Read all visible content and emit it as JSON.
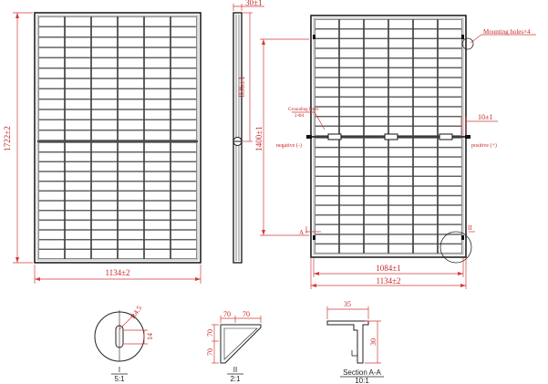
{
  "colors": {
    "dimension": "#d23a3a",
    "outline": "#222222",
    "cell": "#2a2a2a"
  },
  "front_view": {
    "height_label": "1722±2",
    "width_label": "1134±2"
  },
  "side_view": {
    "thickness_label": "30±1",
    "half_label": "836±1"
  },
  "back_view": {
    "mounting_holes_label": "Mounting holes×4",
    "grounding_holes_label": "Grounding holes",
    "grounding_count_label": "2-Φ4",
    "negative_label": "negative (-)",
    "positive_label": "positive (+)",
    "spacing_label": "1400±1",
    "hole_offset_label": "10±1",
    "section_mark": "A",
    "detail_mark": "II",
    "inner_width_label": "1084±1",
    "outer_width_label": "1134±2"
  },
  "details": {
    "detail_i": {
      "hole_radius": "R4.5",
      "hole_dim": "14",
      "name": "I",
      "scale": "5:1"
    },
    "detail_ii": {
      "dim_a": "70",
      "dim_b": "70",
      "dim_c": "70",
      "dim_d": "70",
      "name": "II",
      "scale": "2:1"
    },
    "section_a": {
      "width": "35",
      "height": "30",
      "name": "Section A-A",
      "scale": "10:1"
    }
  }
}
